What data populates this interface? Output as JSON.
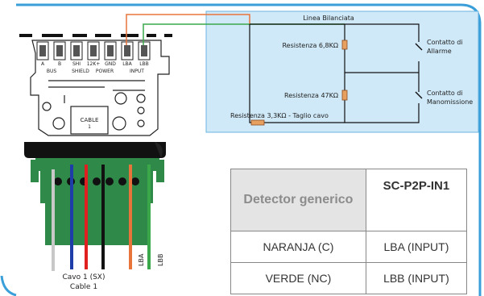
{
  "terminal_labels": [
    "A",
    "B",
    "SHI",
    "12K+",
    "GND",
    "LBA",
    "LBB"
  ],
  "group_labels": {
    "bus": "BUS",
    "shield": "SHIELD",
    "power": "POWER",
    "input": "INPUT"
  },
  "cable_label": "CABLE",
  "cable_number": "1",
  "line_label": "Linea Bilanciata",
  "resistors": {
    "r1": "Resistenza 6,8KΩ",
    "r2": "Resistenza 47KΩ",
    "r3": "Resistenza 3,3KΩ - Taglio cavo"
  },
  "contacts": {
    "alarm": [
      "Contatto di",
      "Allarme"
    ],
    "tamper": [
      "Contatto di",
      "Manomissione"
    ]
  },
  "wire_tags": {
    "lba": "LBA",
    "lbb": "LBB"
  },
  "cable_caption": [
    "Cavo 1 (SX)",
    "Cable 1"
  ],
  "table": {
    "header": {
      "col1": "Detector generico",
      "col2": "SC-P2P-IN1"
    },
    "rows": [
      {
        "detector": "NARANJA (C)",
        "input": "LBA (INPUT)"
      },
      {
        "detector": "VERDE (NC)",
        "input": "LBB (INPUT)"
      }
    ]
  },
  "colors": {
    "frame": "#3a9fd8",
    "panel": "#cfe9f8",
    "wire_orange": "#e8743b",
    "wire_green": "#3aa84a",
    "wire_blue": "#1e3da8",
    "wire_red": "#e02020",
    "wire_gray": "#c8c8c8",
    "wire_black": "#111111",
    "pcb": "#2f8a4a"
  }
}
